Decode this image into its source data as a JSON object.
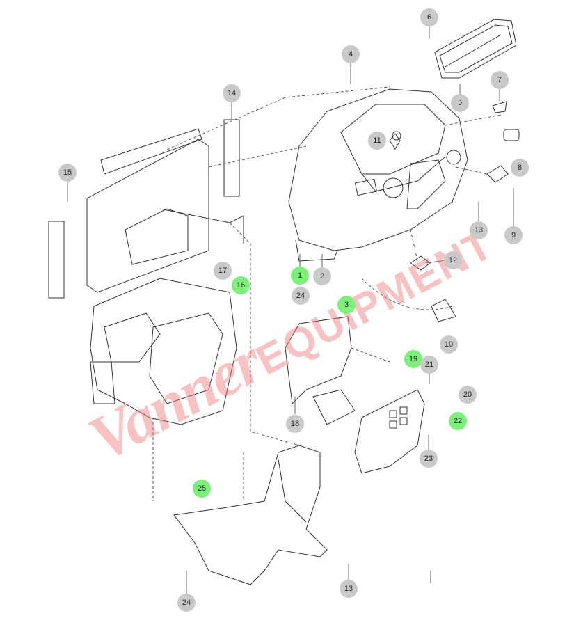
{
  "callouts": [
    {
      "id": "c6",
      "text": "6",
      "highlight": false
    },
    {
      "id": "c4",
      "text": "4",
      "highlight": false
    },
    {
      "id": "c7",
      "text": "7",
      "highlight": false
    },
    {
      "id": "c14",
      "text": "14",
      "highlight": false
    },
    {
      "id": "c5",
      "text": "5",
      "highlight": false
    },
    {
      "id": "c11",
      "text": "11",
      "highlight": false
    },
    {
      "id": "c8",
      "text": "8",
      "highlight": false
    },
    {
      "id": "c15",
      "text": "15",
      "highlight": false
    },
    {
      "id": "c9",
      "text": "9",
      "highlight": false
    },
    {
      "id": "c13a",
      "text": "13",
      "highlight": false
    },
    {
      "id": "c12",
      "text": "12",
      "highlight": false
    },
    {
      "id": "c17",
      "text": "17",
      "highlight": false
    },
    {
      "id": "c1",
      "text": "1",
      "highlight": true
    },
    {
      "id": "c2",
      "text": "2",
      "highlight": false
    },
    {
      "id": "c16",
      "text": "16",
      "highlight": true
    },
    {
      "id": "c24a",
      "text": "24",
      "highlight": false
    },
    {
      "id": "c3",
      "text": "3",
      "highlight": true
    },
    {
      "id": "c10",
      "text": "10",
      "highlight": false
    },
    {
      "id": "c19",
      "text": "19",
      "highlight": true
    },
    {
      "id": "c21",
      "text": "21",
      "highlight": false
    },
    {
      "id": "c20",
      "text": "20",
      "highlight": false
    },
    {
      "id": "c22",
      "text": "22",
      "highlight": true
    },
    {
      "id": "c18",
      "text": "18",
      "highlight": false
    },
    {
      "id": "c23",
      "text": "23",
      "highlight": false
    },
    {
      "id": "c25",
      "text": "25",
      "highlight": true
    },
    {
      "id": "c13b",
      "text": "13",
      "highlight": false
    },
    {
      "id": "c24b",
      "text": "24",
      "highlight": false
    }
  ],
  "watermark": {
    "text_main": "Vanner",
    "text_sub": "EQUIPMENT"
  },
  "colors": {
    "highlight": "#7cf07a",
    "callout": "#c9c9c9",
    "line": "#333333",
    "watermark": "#f07878"
  }
}
